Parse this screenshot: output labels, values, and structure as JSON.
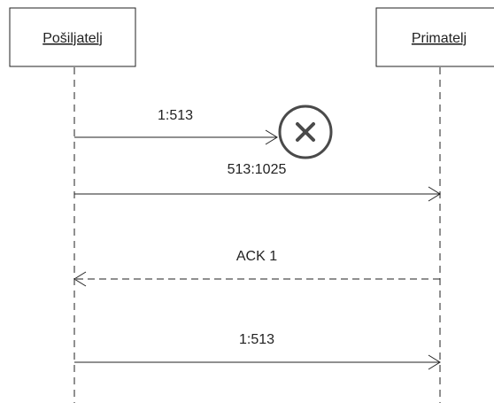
{
  "actors": {
    "sender": "Pošiljatelj",
    "receiver": "Primatelj"
  },
  "messages": [
    {
      "label": "1:513",
      "direction": "to-receiver",
      "style": "solid",
      "lost": true
    },
    {
      "label": "513:1025",
      "direction": "to-receiver",
      "style": "solid",
      "lost": false
    },
    {
      "label": "ACK 1",
      "direction": "to-sender",
      "style": "dashed",
      "lost": false
    },
    {
      "label": "1:513",
      "direction": "to-receiver",
      "style": "solid",
      "lost": false
    }
  ],
  "icons": {
    "lost_marker": "x-circle-icon"
  }
}
